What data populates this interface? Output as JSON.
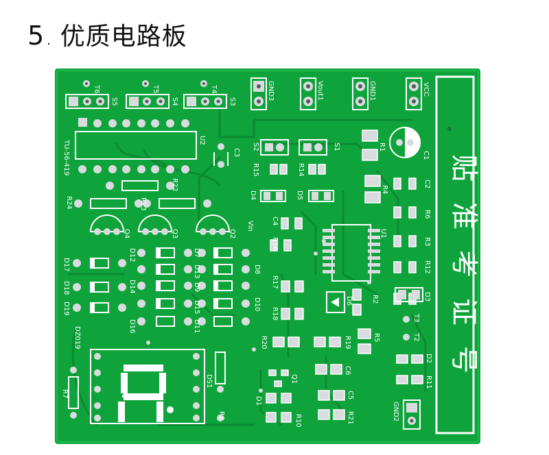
{
  "heading": {
    "number": "5",
    "dot": ".",
    "title": "优质电路板"
  },
  "board": {
    "colors": {
      "board": "#0fa33b",
      "silk": "#ffffff",
      "pad": "#d9dcdf",
      "trace": "#0c8a31"
    },
    "banner": [
      "贴",
      "准",
      "考",
      "证",
      "号"
    ],
    "labels": {
      "t6": "T6",
      "t5": "T5",
      "t4": "T4",
      "s5": "S5",
      "s4": "S4",
      "s3": "S3",
      "gnd3": "GND3",
      "vout1": "Vout1",
      "gnd1": "GND1",
      "vcc": "VCC",
      "u2": "U2",
      "tu": "TU-56-419",
      "c3": "C3",
      "s2": "S2",
      "s1": "S1",
      "r15": "R15",
      "r14": "R14",
      "r1": "R1",
      "c1": "C1",
      "r4": "R4",
      "c2": "C2",
      "r22": "R22",
      "r23": "R23",
      "r24": "R24",
      "d4": "D4",
      "d5": "D5",
      "r6": "R6",
      "c4": "C4",
      "vin": "Vin",
      "r16": "R16",
      "u1": "U1",
      "r3": "R3",
      "q4": "Q4",
      "q3": "Q3",
      "q2": "Q2",
      "d17": "D17",
      "d12": "D12",
      "d7": "D7",
      "d8": "D8",
      "d18": "D18",
      "d19": "D19",
      "d14": "D14",
      "d13": "D13",
      "d9": "D9",
      "r17": "R17",
      "r12": "R12",
      "r2": "R2",
      "d3": "D3",
      "d6": "D6",
      "d15": "D15",
      "d10": "D10",
      "d16": "D16",
      "d11": "D11",
      "r18": "R18",
      "t3": "T3",
      "t2": "T2",
      "r5": "R5",
      "dz019": "DZ019",
      "r20": "R20",
      "r19": "R19",
      "d2": "D2",
      "ds1": "DS1",
      "c6": "C6",
      "q1": "Q1",
      "r11": "R11",
      "r7": "R7",
      "r8": "R8",
      "c5": "C5",
      "d1": "D1",
      "gnd2": "GND2",
      "r21": "R21",
      "r10": "R10"
    }
  }
}
